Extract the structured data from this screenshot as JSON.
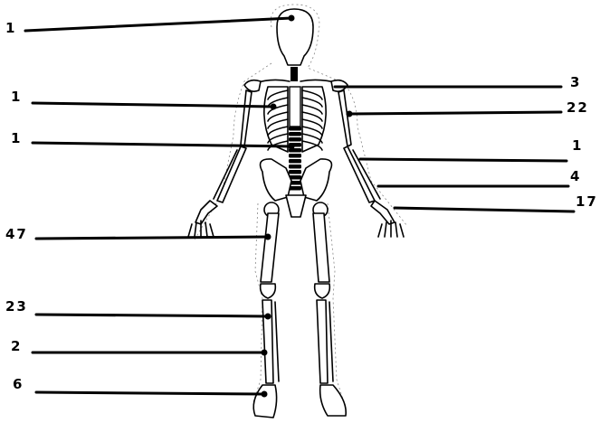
{
  "labels": {
    "l_skull": "1",
    "l_ribs": "1",
    "l_spine": "1",
    "l_pelvis_hand": "47",
    "l_knee": "23",
    "l_shin": "2",
    "l_ankle": "6",
    "r_clavicle": "3",
    "r_humerus": "22",
    "r_forearm": "1",
    "r_wrist": "4",
    "r_fingers": "17"
  },
  "colors": {
    "ink": "#000000",
    "paper": "#ffffff"
  }
}
